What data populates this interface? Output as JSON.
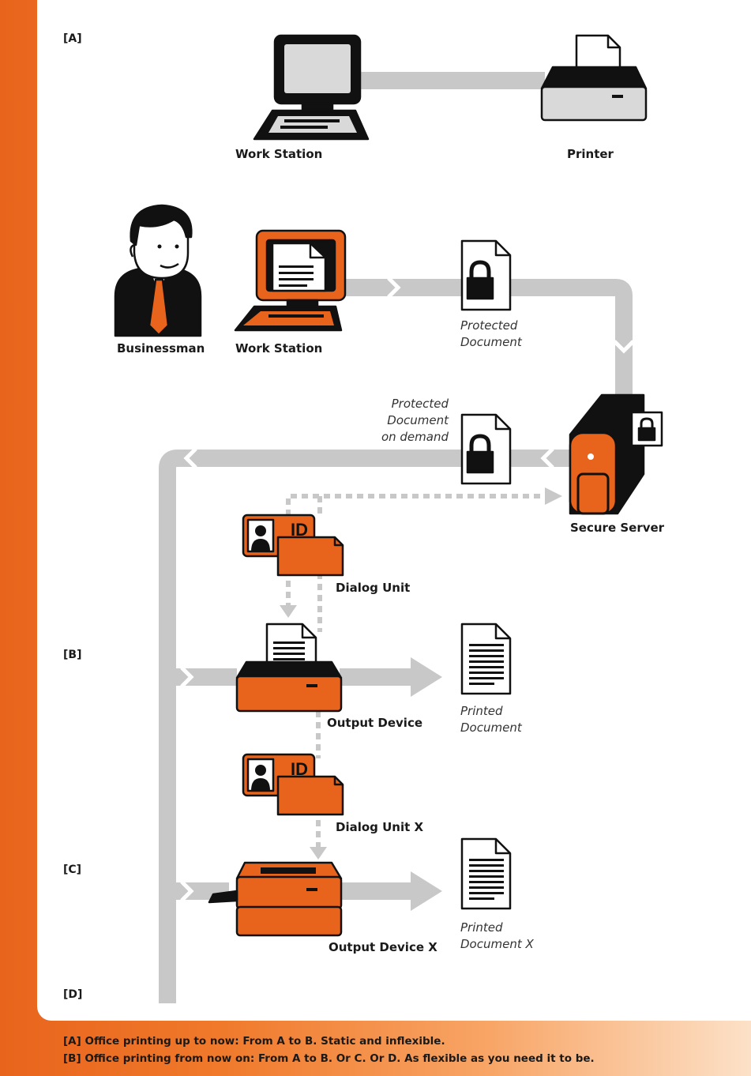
{
  "markers": [
    "[A]",
    "[B]",
    "[C]",
    "[D]"
  ],
  "labels": {
    "workstation_a": "Work Station",
    "printer_a": "Printer",
    "businessman": "Businessman",
    "workstation_b": "Work Station",
    "protected_document": [
      "Protected",
      "Document"
    ],
    "protected_document_demand": [
      "Protected",
      "Document",
      "on demand"
    ],
    "secure_server": "Secure Server",
    "dialog_unit": "Dialog Unit",
    "output_device": "Output Device",
    "printed_document": [
      "Printed",
      "Document"
    ],
    "dialog_unit_x": "Dialog Unit X",
    "output_device_x": "Output Device X",
    "printed_document_x": [
      "Printed",
      "Document X"
    ],
    "id_card_text": "ID"
  },
  "captions": [
    "[A] Office printing up to now: From A to B. Static and inflexible.",
    "[B] Office printing from now on: From A to B. Or C. Or D. As flexible as you need it to be."
  ],
  "colors": {
    "accent": "#e8641c",
    "flow_line": "#c8c8c8",
    "device_grey": "#d9d9d9",
    "outline": "#111111"
  }
}
